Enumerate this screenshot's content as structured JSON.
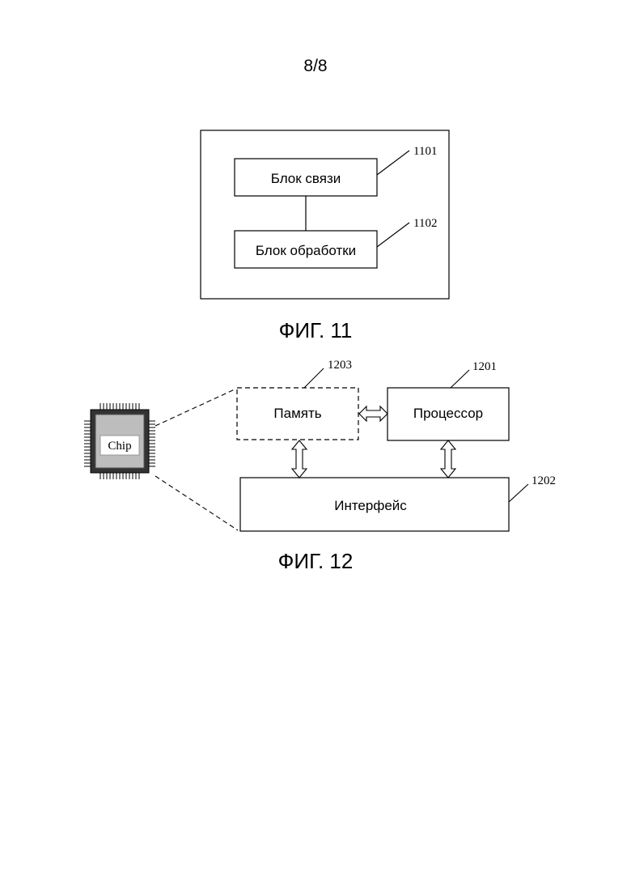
{
  "page": {
    "number": "8/8"
  },
  "fig11": {
    "caption": "ФИГ. 11",
    "block_comm": {
      "label": "Блок связи",
      "ref": "1101"
    },
    "block_proc": {
      "label": "Блок обработки",
      "ref": "1102"
    }
  },
  "fig12": {
    "caption": "ФИГ. 12",
    "chip_label": "Chip",
    "memory": {
      "label": "Память",
      "ref": "1203"
    },
    "processor": {
      "label": "Процессор",
      "ref": "1201"
    },
    "interface": {
      "label": "Интерфейс",
      "ref": "1202"
    }
  }
}
